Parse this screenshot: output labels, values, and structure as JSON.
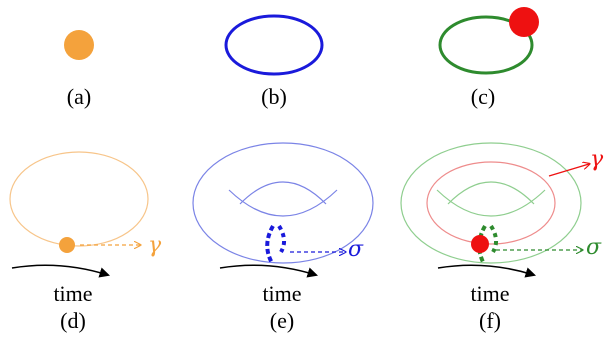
{
  "panels": [
    {
      "id": "a",
      "label": "(a)"
    },
    {
      "id": "b",
      "label": "(b)"
    },
    {
      "id": "c",
      "label": "(c)"
    },
    {
      "id": "d",
      "label": "(d)",
      "time_label": "time",
      "symbol": "γ"
    },
    {
      "id": "e",
      "label": "(e)",
      "time_label": "time",
      "symbol": "σ"
    },
    {
      "id": "f",
      "label": "(f)",
      "time_label": "time",
      "symbols": [
        "γ",
        "σ"
      ]
    }
  ],
  "colors": {
    "orange": "#f4a23c",
    "orange_light": "#f7c58a",
    "blue": "#1a1adb",
    "blue_light": "#7b84e6",
    "green": "#2e8b2e",
    "green_light": "#8fce8f",
    "red": "#ee1111",
    "red_light": "#ee8c8c"
  }
}
